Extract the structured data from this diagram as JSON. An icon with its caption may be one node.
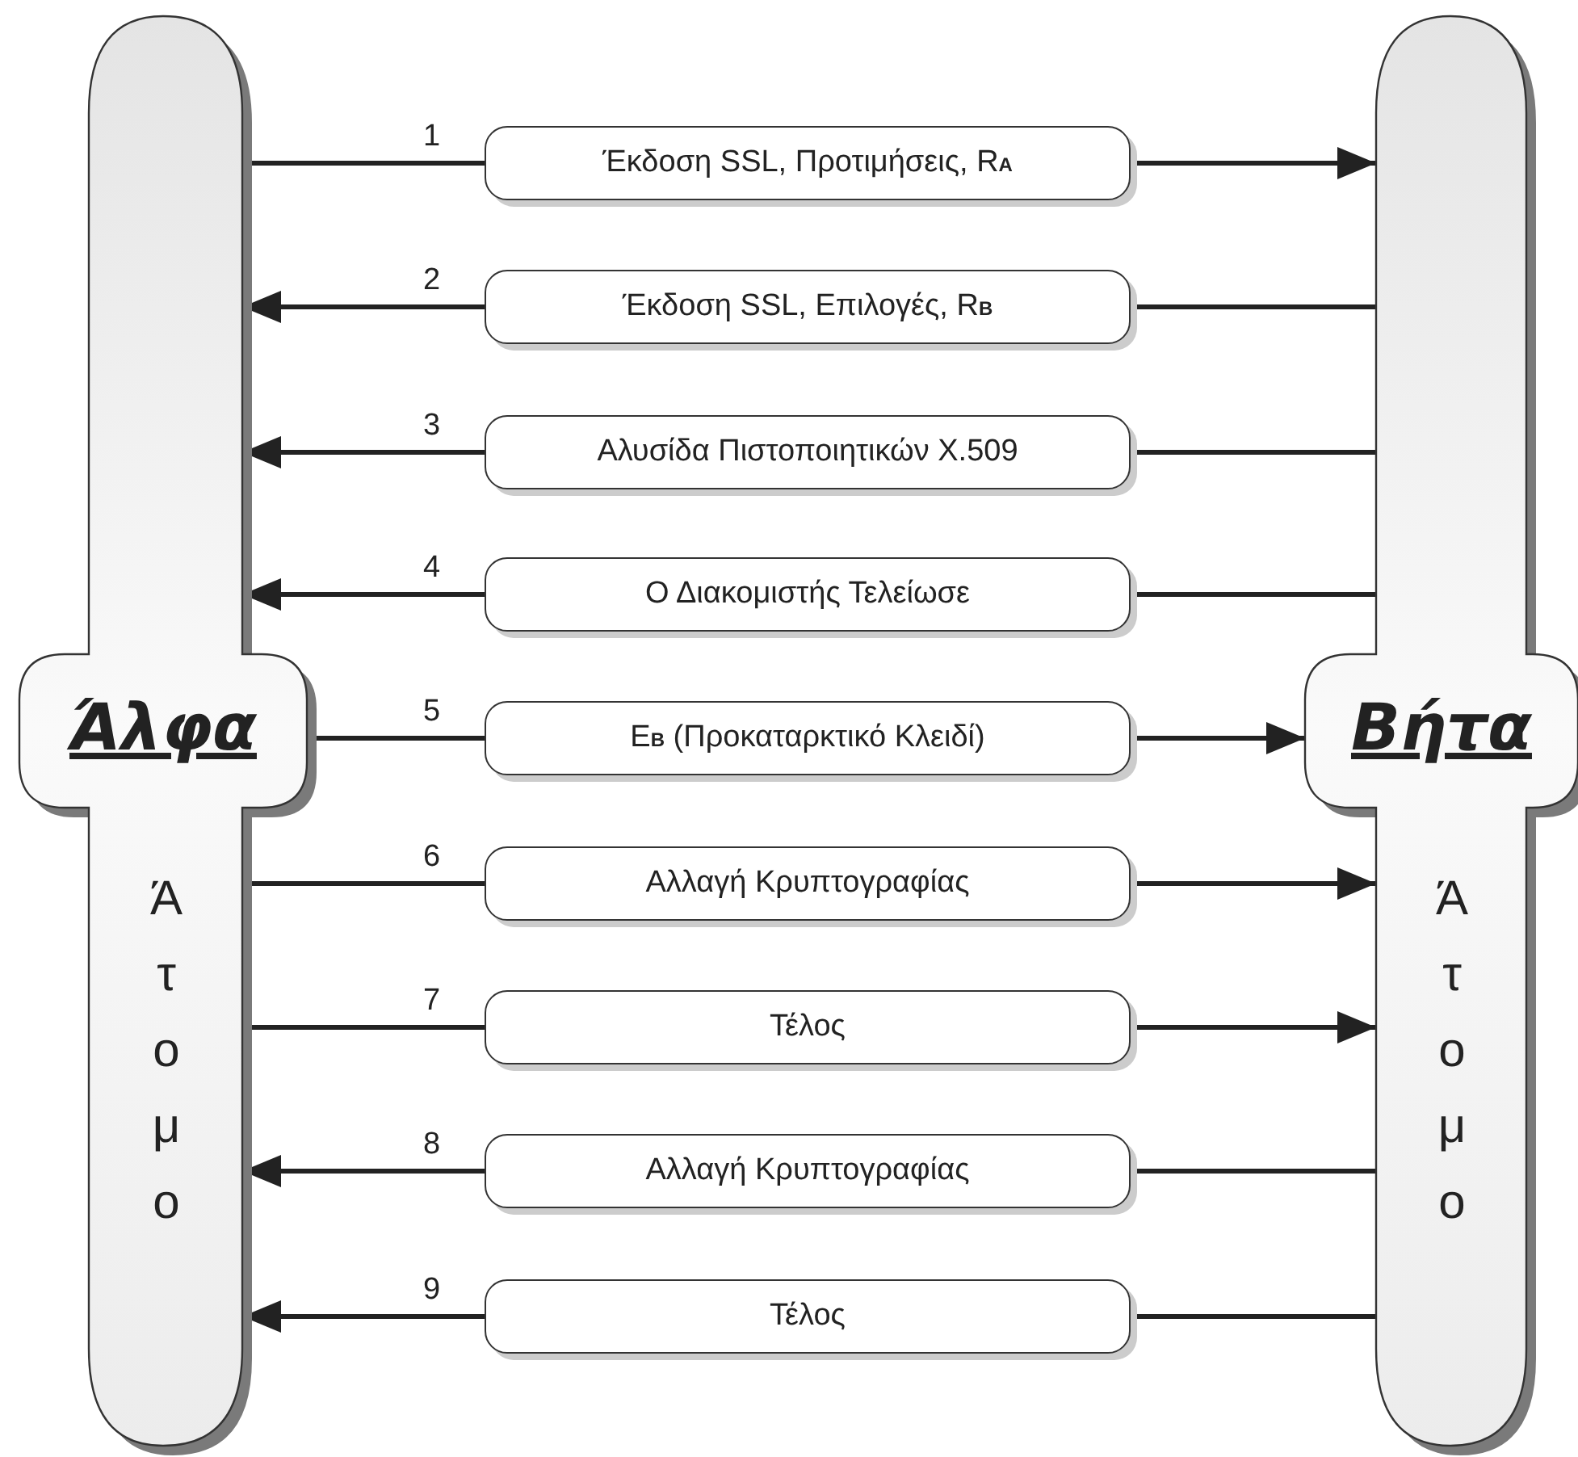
{
  "diagram": {
    "nodes": [
      {
        "text": [
          "Άλφα",
          "Άτομο"
        ]
      },
      {
        "text": [
          "Βήτα",
          "Άτομο"
        ]
      },
      {
        "text": [
          "Έκδοση SSL, Προτιμήσεις, R$_{A}$"
        ]
      },
      {
        "text": [
          "Έκδοση SSL, Επιλογές, R$_{B}$"
        ]
      },
      {
        "text": [
          "Αλυσίδα Πιστοποιητικών X.509"
        ]
      },
      {
        "text": [
          "Ο Διακομιστής Τελείωσε"
        ]
      },
      {
        "text": [
          "E$_{B}$ (Προκαταρκτικό Κλειδί)"
        ]
      },
      {
        "text": [
          "Αλλαγή Κρυπτογραφίας"
        ]
      },
      {
        "text": [
          "Τέλος"
        ]
      },
      {
        "text": [
          "Αλλαγή Κρυπτογραφίας"
        ]
      },
      {
        "text": [
          "Τέλος"
        ]
      }
    ],
    "edges": [
      {
        "from": 0,
        "to": 2,
        "arrow": "none",
        "label": "1"
      },
      {
        "from": 2,
        "to": 1,
        "arrow": "to"
      },
      {
        "from": 1,
        "to": 3,
        "arrow": "none"
      },
      {
        "from": 3,
        "to": 0,
        "arrow": "to",
        "label": "2"
      },
      {
        "from": 1,
        "to": 4,
        "arrow": "none"
      },
      {
        "from": 4,
        "to": 0,
        "arrow": "to",
        "label": "3"
      },
      {
        "from": 1,
        "to": 5,
        "arrow": "none"
      },
      {
        "from": 5,
        "to": 0,
        "arrow": "to",
        "label": "4"
      },
      {
        "from": 0,
        "to": 6,
        "arrow": "none",
        "label": "5"
      },
      {
        "from": 6,
        "to": 1,
        "arrow": "to"
      },
      {
        "from": 0,
        "to": 7,
        "arrow": "none",
        "label": "6"
      },
      {
        "from": 7,
        "to": 1,
        "arrow": "to"
      },
      {
        "from": 0,
        "to": 8,
        "arrow": "none",
        "label": "7"
      },
      {
        "from": 8,
        "to": 1,
        "arrow": "to"
      },
      {
        "from": 1,
        "to": 9,
        "arrow": "none"
      },
      {
        "from": 9,
        "to": 0,
        "arrow": "to",
        "label": "8"
      },
      {
        "from": 1,
        "to": 10,
        "arrow": "none"
      },
      {
        "from": 10,
        "to": 0,
        "arrow": "to",
        "label": "9"
      }
    ]
  }
}
